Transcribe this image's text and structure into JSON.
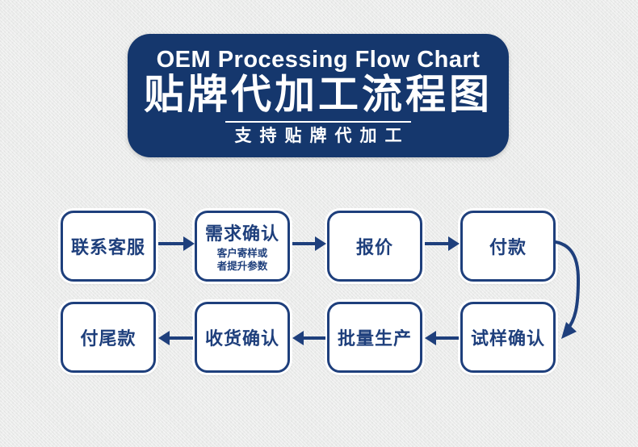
{
  "header": {
    "title_en": "OEM Processing Flow Chart",
    "title_cn": "贴牌代加工流程图",
    "subtitle_cn": "支持贴牌代加工"
  },
  "flow": {
    "row1_direction": "right",
    "row2_direction": "left",
    "row1": [
      {
        "label": "联系客服"
      },
      {
        "label": "需求确认",
        "sub_line1": "客户寄样或",
        "sub_line2": "者提升参数"
      },
      {
        "label": "报价"
      },
      {
        "label": "付款"
      }
    ],
    "row2": [
      {
        "label": "付尾款"
      },
      {
        "label": "收货确认"
      },
      {
        "label": "批量生产"
      },
      {
        "label": "试样确认"
      }
    ]
  },
  "colors": {
    "navy": "#15376d",
    "box_border": "#1e3f7c",
    "background": "#ebeceb"
  }
}
